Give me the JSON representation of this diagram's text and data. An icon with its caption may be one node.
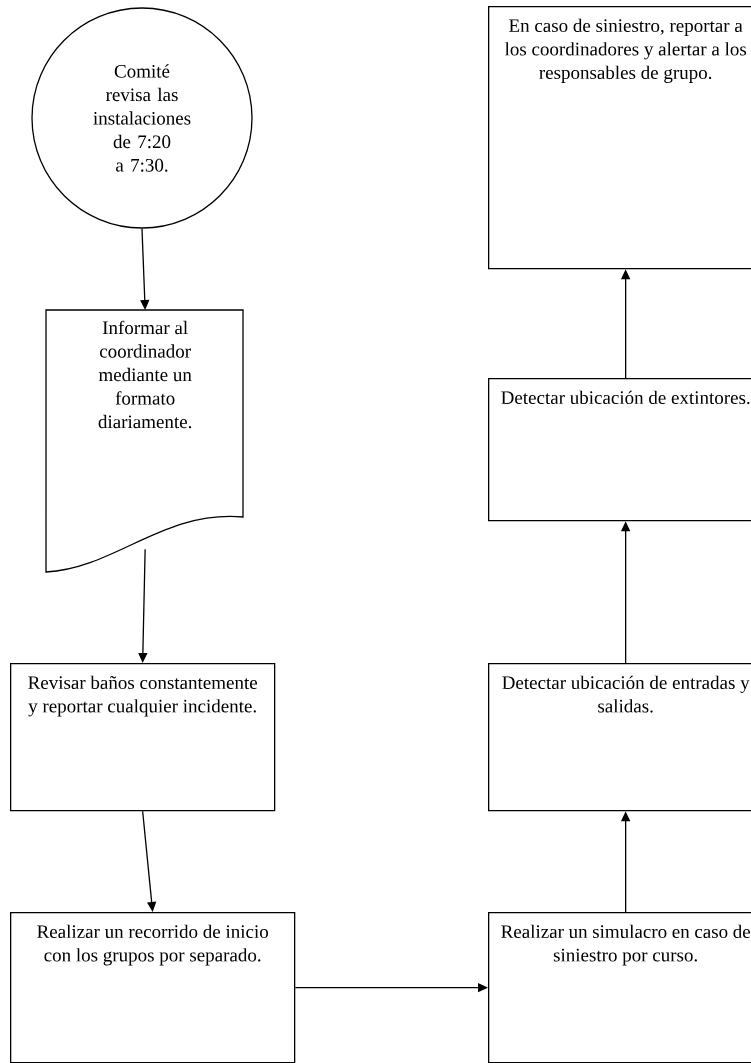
{
  "diagram": {
    "nodes": [
      {
        "text": [
          "Comité revisa las instalaciones de 7:20 a 7:30."
        ]
      },
      {
        "text": [
          "Informar al coordinador mediante un formato diariamente."
        ]
      },
      {
        "text": [
          "Revisar baños constantemente y reportar cualquier incidente."
        ]
      },
      {
        "text": [
          "Realizar un recorrido de inicio con los grupos por separado."
        ]
      },
      {
        "text": [
          "Realizar un simulacro en caso de siniestro por curso."
        ]
      },
      {
        "text": [
          "Detectar ubicación de entradas y salidas."
        ]
      },
      {
        "text": [
          "Detectar ubicación de extintores."
        ]
      },
      {
        "text": [
          "En caso de siniestro, reportar a los coordinadores y alertar a los responsables de grupo."
        ]
      }
    ],
    "edges": [
      {
        "from": 0,
        "to": 1,
        "arrow": "to"
      },
      {
        "from": 1,
        "to": 2,
        "arrow": "to"
      },
      {
        "from": 2,
        "to": 3,
        "arrow": "to"
      },
      {
        "from": 3,
        "to": 4,
        "arrow": "to"
      },
      {
        "from": 4,
        "to": 5,
        "arrow": "to"
      },
      {
        "from": 5,
        "to": 6,
        "arrow": "to"
      },
      {
        "from": 6,
        "to": 7,
        "arrow": "to"
      }
    ]
  }
}
